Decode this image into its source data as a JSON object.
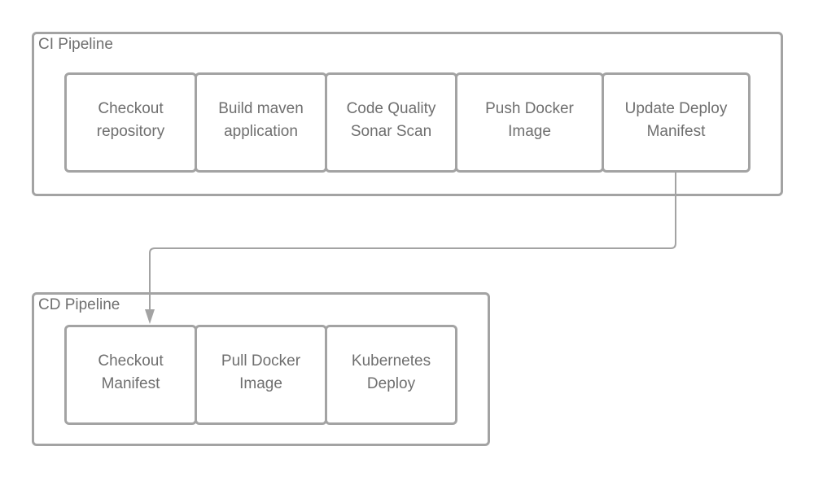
{
  "colors": {
    "stroke": "#a3a3a3",
    "text": "#6f6f6f",
    "background": "#ffffff"
  },
  "ci_pipeline": {
    "title": "CI Pipeline",
    "stages": [
      {
        "label": "Checkout\nrepository"
      },
      {
        "label": "Build maven\napplication"
      },
      {
        "label": "Code Quality\nSonar Scan"
      },
      {
        "label": "Push Docker\nImage"
      },
      {
        "label": "Update Deploy\nManifest"
      }
    ]
  },
  "cd_pipeline": {
    "title": "CD Pipeline",
    "stages": [
      {
        "label": "Checkout\nManifest"
      },
      {
        "label": "Pull Docker\nImage"
      },
      {
        "label": "Kubernetes\nDeploy"
      }
    ]
  },
  "connector": {
    "from": "Update Deploy Manifest",
    "to": "Checkout Manifest",
    "arrowhead": "triangle"
  }
}
